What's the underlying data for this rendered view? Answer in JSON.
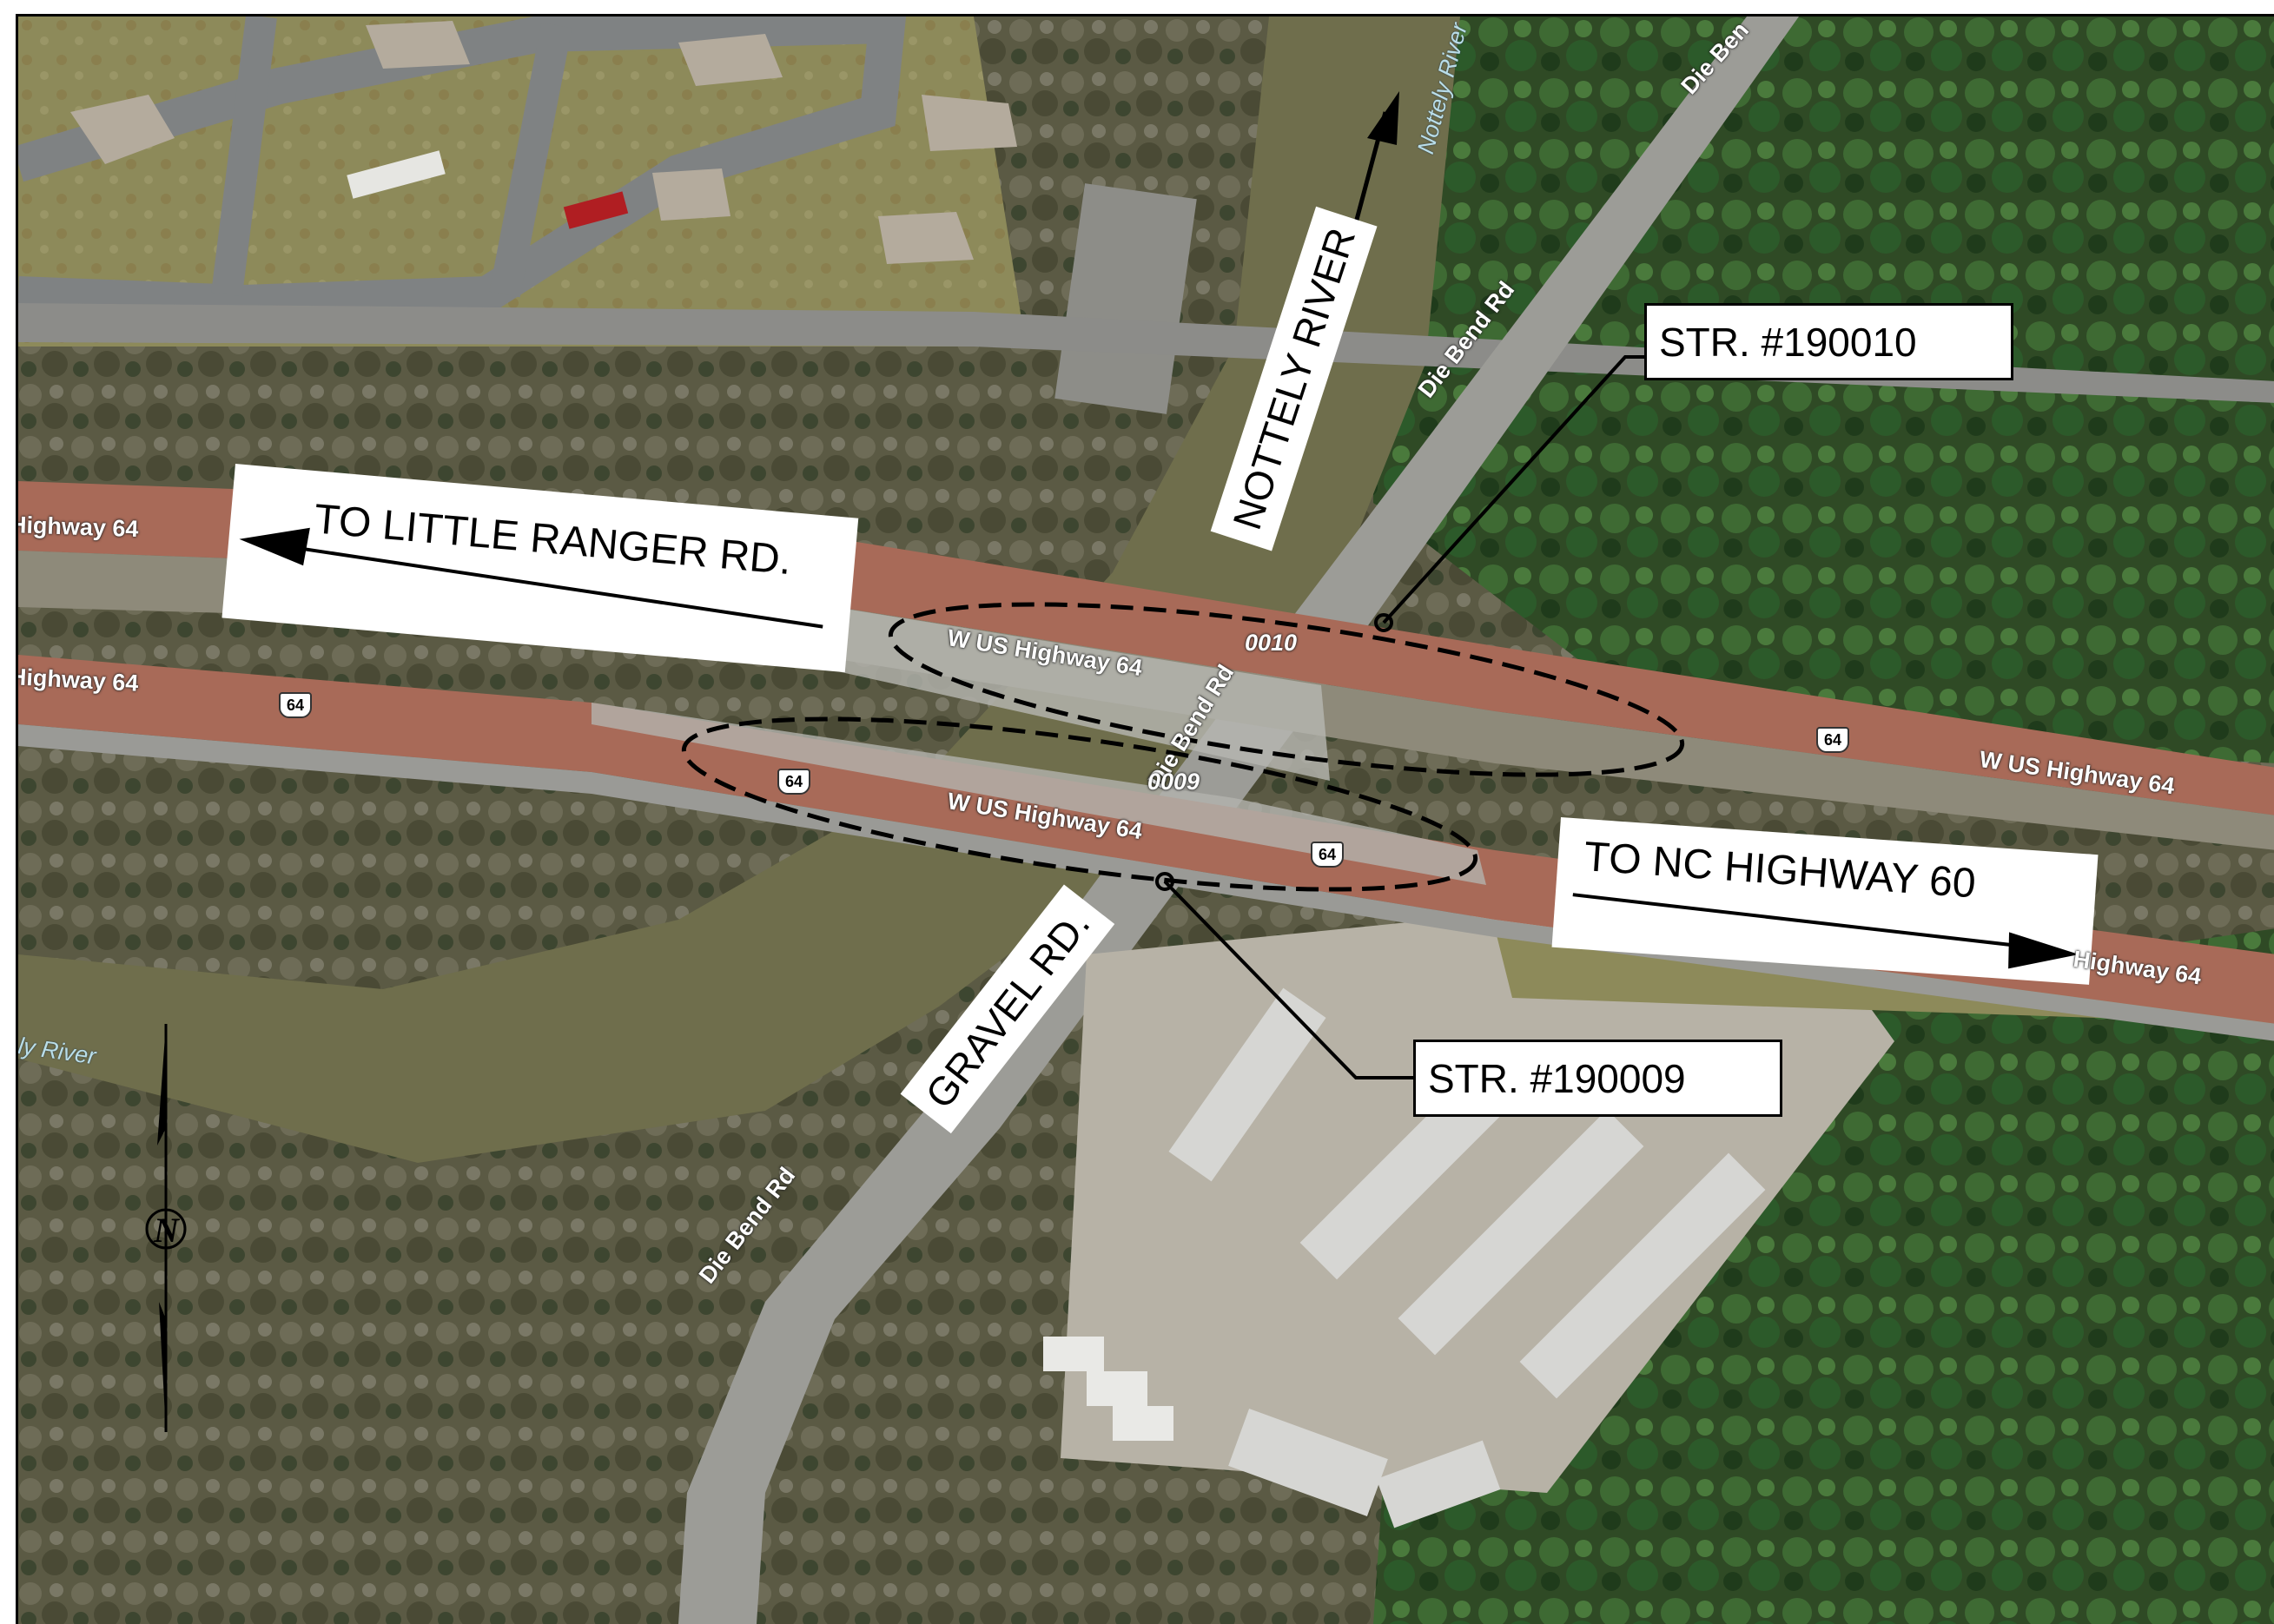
{
  "callouts": {
    "str_190010": "STR. #190010",
    "str_190009": "STR. #190009"
  },
  "direction_labels": {
    "west": "TO LITTLE RANGER RD.",
    "east": "TO NC HIGHWAY 60",
    "river": "NOTTELY RIVER",
    "gravel": "GRAVEL RD."
  },
  "basemap_labels": {
    "hwy_upper_west": "Highway 64",
    "hwy_lower_west": "Highway 64",
    "hwy_upper_bridge": "W US Highway 64",
    "hwy_lower_bridge": "W US Highway 64",
    "hwy_upper_east": "W US Highway 64",
    "hwy_lower_east": "Highway 64",
    "die_bend_top": "Die Bend Rd",
    "die_bend_mid": "Die Bend Rd",
    "die_bend_bottom": "Die Bend Rd",
    "die_bend_corner": "Die Ben",
    "river_north": "Nottely River",
    "river_west": "ly River",
    "bridge_id_upper": "0010",
    "bridge_id_lower": "0009"
  },
  "shields": {
    "s1": "64",
    "s2": "64",
    "s3": "64",
    "s4": "64"
  },
  "north_arrow": {
    "letter": "N"
  },
  "colors": {
    "road": "#a86a58",
    "vegetation": "#3e5a2c",
    "pavement": "#9a9a98",
    "grass": "#8f8b5c",
    "water": "#6b6a48"
  }
}
